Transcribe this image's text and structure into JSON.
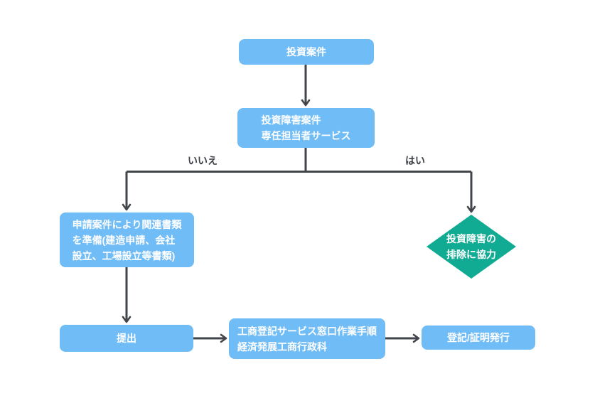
{
  "colors": {
    "node_blue": "#70BCF7",
    "node_green": "#10AB92",
    "connector": "#42464B",
    "label_text": "#3A3F45",
    "node_text": "#FFFFFF",
    "canvas_bg": "#FFFFFF"
  },
  "nodes": {
    "start": {
      "label": "投資案件"
    },
    "service": {
      "lines": [
        "投資障害案件",
        "専任担当者サービス"
      ]
    },
    "prepare": {
      "lines": [
        "申請案件により関連書類",
        "を準備(建造申請、会社",
        "設立、工場設立等書類)"
      ]
    },
    "cooperate": {
      "lines": [
        "投資障害の",
        "排除に協力"
      ]
    },
    "submit": {
      "label": "提出"
    },
    "procedure": {
      "lines": [
        "工商登記サービス窓口作業手順",
        "経済発展工商行政科"
      ]
    },
    "issue": {
      "label": "登記/証明発行"
    }
  },
  "branch_labels": {
    "no": "いいえ",
    "yes": "はい"
  }
}
